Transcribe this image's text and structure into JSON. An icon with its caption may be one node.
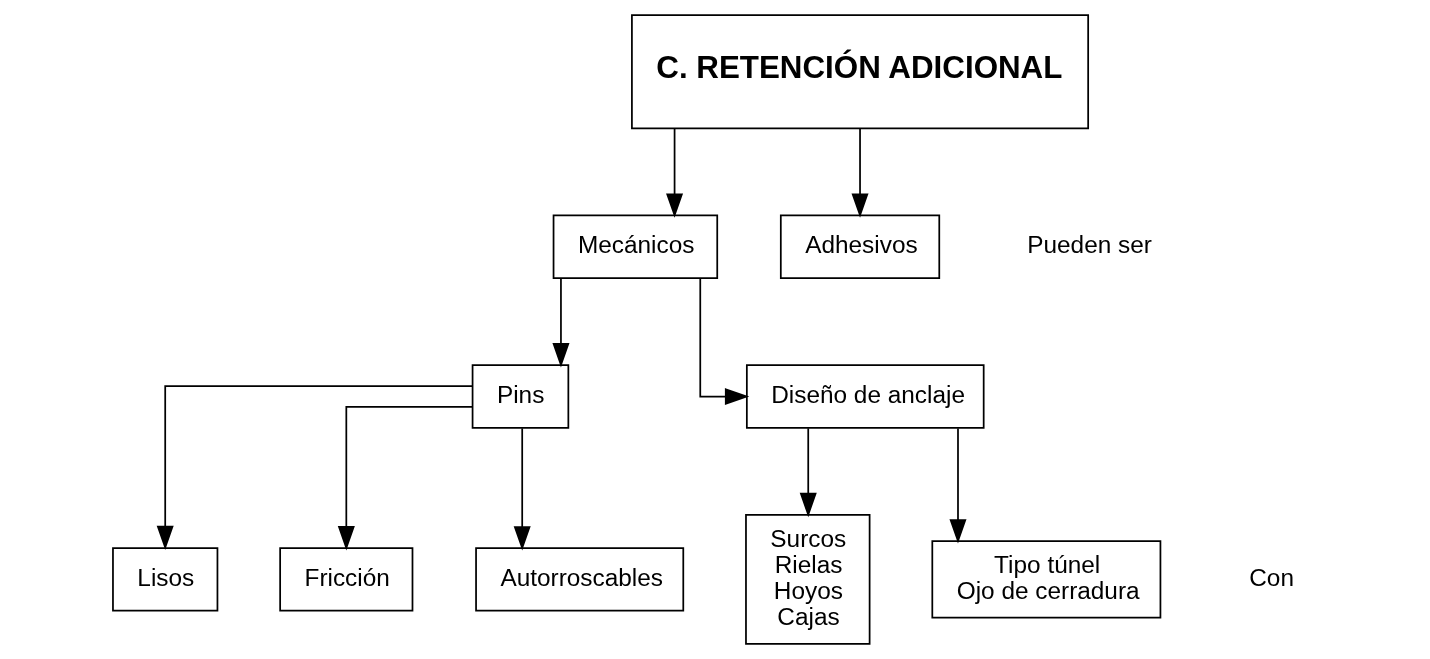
{
  "diagram": {
    "nodes": [
      {
        "text": [
          "C. RETENCIÓN ADICIONAL"
        ]
      },
      {
        "text": [
          "Mecánicos"
        ]
      },
      {
        "text": [
          "Adhesivos"
        ]
      },
      {
        "text": [
          "Pins"
        ]
      },
      {
        "text": [
          "Diseño de anclaje"
        ]
      },
      {
        "text": [
          "Lisos"
        ]
      },
      {
        "text": [
          "Fricción"
        ]
      },
      {
        "text": [
          "Autorroscables"
        ]
      },
      {
        "text": [
          "Surcos",
          "Rielas",
          "Hoyos",
          "Cajas"
        ]
      },
      {
        "text": [
          "Tipo túnel",
          "Ojo de cerradura"
        ]
      }
    ],
    "edges": [
      {
        "from": 0,
        "to": 1,
        "arrow": "to"
      },
      {
        "from": 0,
        "to": 2,
        "arrow": "to"
      },
      {
        "from": 1,
        "to": 3,
        "arrow": "to"
      },
      {
        "from": 1,
        "to": 4,
        "arrow": "to"
      },
      {
        "from": 3,
        "to": 5,
        "arrow": "to"
      },
      {
        "from": 3,
        "to": 6,
        "arrow": "to"
      },
      {
        "from": 3,
        "to": 7,
        "arrow": "to"
      },
      {
        "from": 4,
        "to": 8,
        "arrow": "to"
      },
      {
        "from": 4,
        "to": 9,
        "arrow": "to"
      }
    ],
    "labels": [
      "Pueden ser",
      "Con"
    ]
  }
}
